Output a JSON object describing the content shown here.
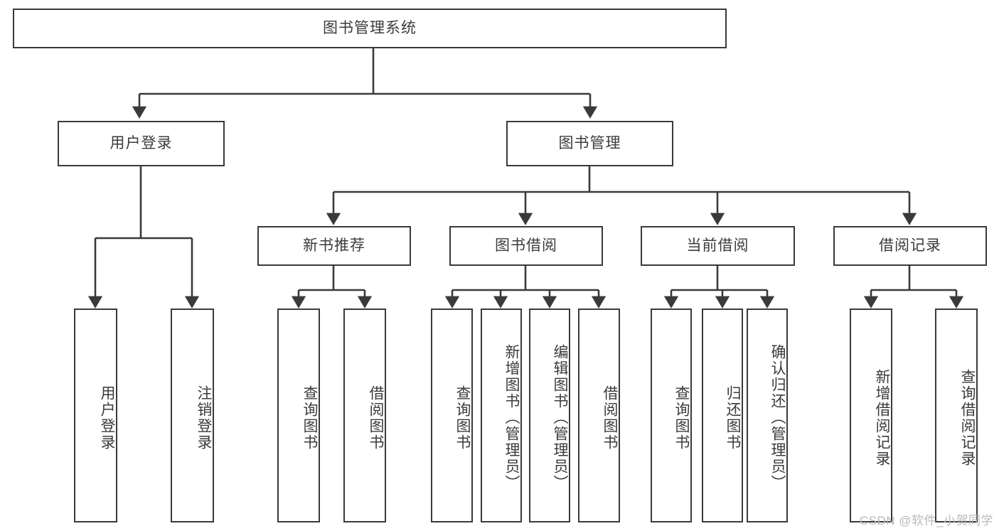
{
  "diagram": {
    "title": "图书管理系统",
    "type": "tree",
    "watermark": "CSDN @软件_小贺同学",
    "colors": {
      "stroke": "#3a3a3a",
      "fill": "#ffffff",
      "text": "#3b3b3b",
      "watermark": "#b9b9b9"
    },
    "nodes": {
      "root": {
        "label": "图书管理系统",
        "level": 0,
        "orientation": "horizontal"
      },
      "user_login": {
        "label": "用户登录",
        "level": 1,
        "orientation": "horizontal"
      },
      "book_manage": {
        "label": "图书管理",
        "level": 1,
        "orientation": "horizontal"
      },
      "new_book_rec": {
        "label": "新书推荐",
        "level": 2,
        "orientation": "horizontal"
      },
      "book_borrow": {
        "label": "图书借阅",
        "level": 2,
        "orientation": "horizontal"
      },
      "current_borrow": {
        "label": "当前借阅",
        "level": 2,
        "orientation": "horizontal"
      },
      "borrow_record": {
        "label": "借阅记录",
        "level": 2,
        "orientation": "horizontal"
      },
      "leaf_user_login": {
        "label": "用户登录",
        "level": 3,
        "orientation": "vertical"
      },
      "leaf_logout": {
        "label": "注销登录",
        "level": 3,
        "orientation": "vertical"
      },
      "leaf_query_book_1": {
        "label": "查询图书",
        "level": 3,
        "orientation": "vertical"
      },
      "leaf_borrow_book_1": {
        "label": "借阅图书",
        "level": 3,
        "orientation": "vertical"
      },
      "leaf_query_book_2": {
        "label": "查询图书",
        "level": 3,
        "orientation": "vertical"
      },
      "leaf_add_book": {
        "label": "新增图书（管理员）",
        "level": 3,
        "orientation": "vertical"
      },
      "leaf_edit_book": {
        "label": "编辑图书（管理员）",
        "level": 3,
        "orientation": "vertical"
      },
      "leaf_borrow_book_2": {
        "label": "借阅图书",
        "level": 3,
        "orientation": "vertical"
      },
      "leaf_query_book_3": {
        "label": "查询图书",
        "level": 3,
        "orientation": "vertical"
      },
      "leaf_return_book": {
        "label": "归还图书",
        "level": 3,
        "orientation": "vertical"
      },
      "leaf_confirm_return": {
        "label": "确认归还（管理员）",
        "level": 3,
        "orientation": "vertical"
      },
      "leaf_add_record": {
        "label": "新增借阅记录",
        "level": 3,
        "orientation": "vertical"
      },
      "leaf_query_record": {
        "label": "查询借阅记录",
        "level": 3,
        "orientation": "vertical"
      }
    },
    "edges": [
      {
        "from": "root",
        "to": "user_login"
      },
      {
        "from": "root",
        "to": "book_manage"
      },
      {
        "from": "book_manage",
        "to": "new_book_rec"
      },
      {
        "from": "book_manage",
        "to": "book_borrow"
      },
      {
        "from": "book_manage",
        "to": "current_borrow"
      },
      {
        "from": "book_manage",
        "to": "borrow_record"
      },
      {
        "from": "user_login",
        "to": "leaf_user_login"
      },
      {
        "from": "user_login",
        "to": "leaf_logout"
      },
      {
        "from": "new_book_rec",
        "to": "leaf_query_book_1"
      },
      {
        "from": "new_book_rec",
        "to": "leaf_borrow_book_1"
      },
      {
        "from": "book_borrow",
        "to": "leaf_query_book_2"
      },
      {
        "from": "book_borrow",
        "to": "leaf_add_book"
      },
      {
        "from": "book_borrow",
        "to": "leaf_edit_book"
      },
      {
        "from": "book_borrow",
        "to": "leaf_borrow_book_2"
      },
      {
        "from": "current_borrow",
        "to": "leaf_query_book_3"
      },
      {
        "from": "current_borrow",
        "to": "leaf_return_book"
      },
      {
        "from": "current_borrow",
        "to": "leaf_confirm_return"
      },
      {
        "from": "borrow_record",
        "to": "leaf_add_record"
      },
      {
        "from": "borrow_record",
        "to": "leaf_query_record"
      }
    ]
  }
}
